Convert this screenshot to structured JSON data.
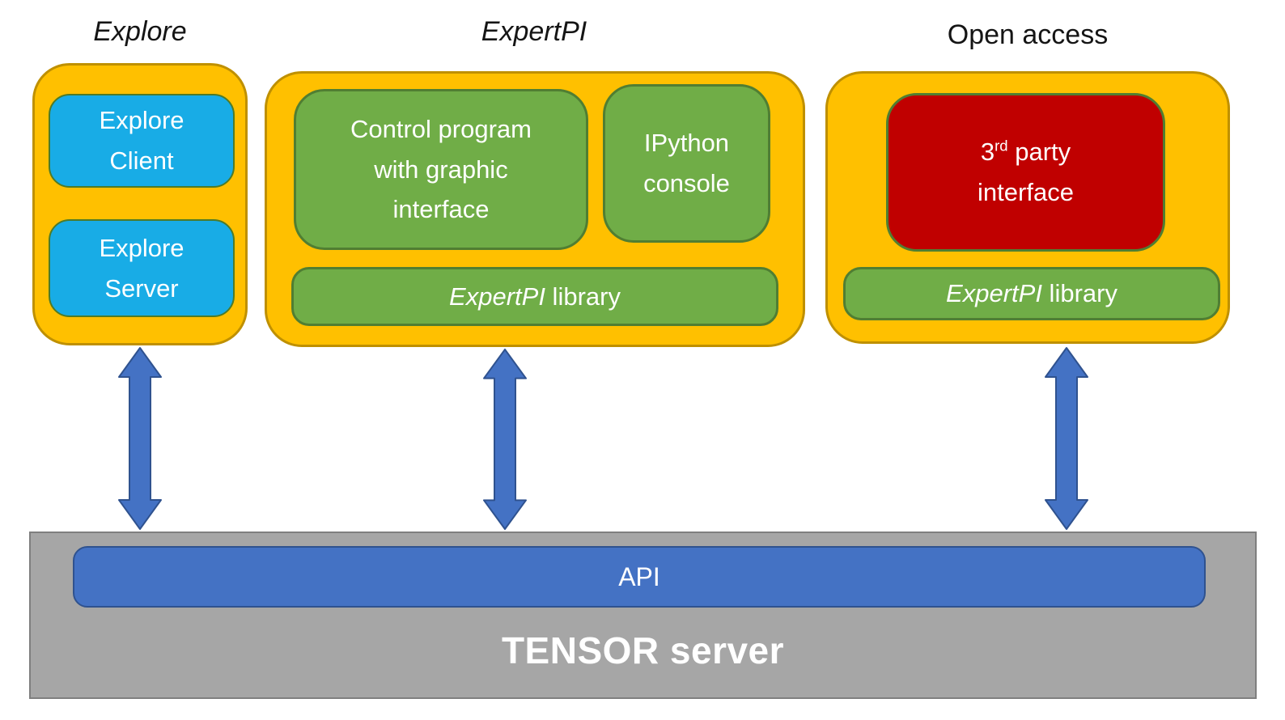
{
  "colors": {
    "orange_fill": "#FFC000",
    "orange_border": "#BF9000",
    "green_fill": "#70AD47",
    "green_border": "#507E32",
    "cyan_fill": "#18ACE6",
    "cyan_border": "#4E7B28",
    "red_fill": "#C00000",
    "red_border": "#507E32",
    "arrow_fill": "#4472C4",
    "arrow_border": "#2F528F",
    "api_fill": "#4472C4",
    "api_border": "#2F528F",
    "server_fill": "#A6A6A6",
    "server_border": "#7F7F7F"
  },
  "titles": {
    "explore": "Explore",
    "expertpi": "ExpertPI",
    "open_access": "Open access"
  },
  "explore": {
    "client": "Explore\nClient",
    "server": "Explore\nServer"
  },
  "expertpi": {
    "control": "Control program\nwith graphic\ninterface",
    "ipython": "IPython\nconsole",
    "library_name": "ExpertPI",
    "library_rest": " library"
  },
  "open_access": {
    "third_party_num": "3",
    "third_party_sup": "rd",
    "third_party_rest": " party",
    "third_party_line2": "interface",
    "library_name": "ExpertPI",
    "library_rest": " library"
  },
  "server": {
    "api": "API",
    "label": "TENSOR server"
  }
}
